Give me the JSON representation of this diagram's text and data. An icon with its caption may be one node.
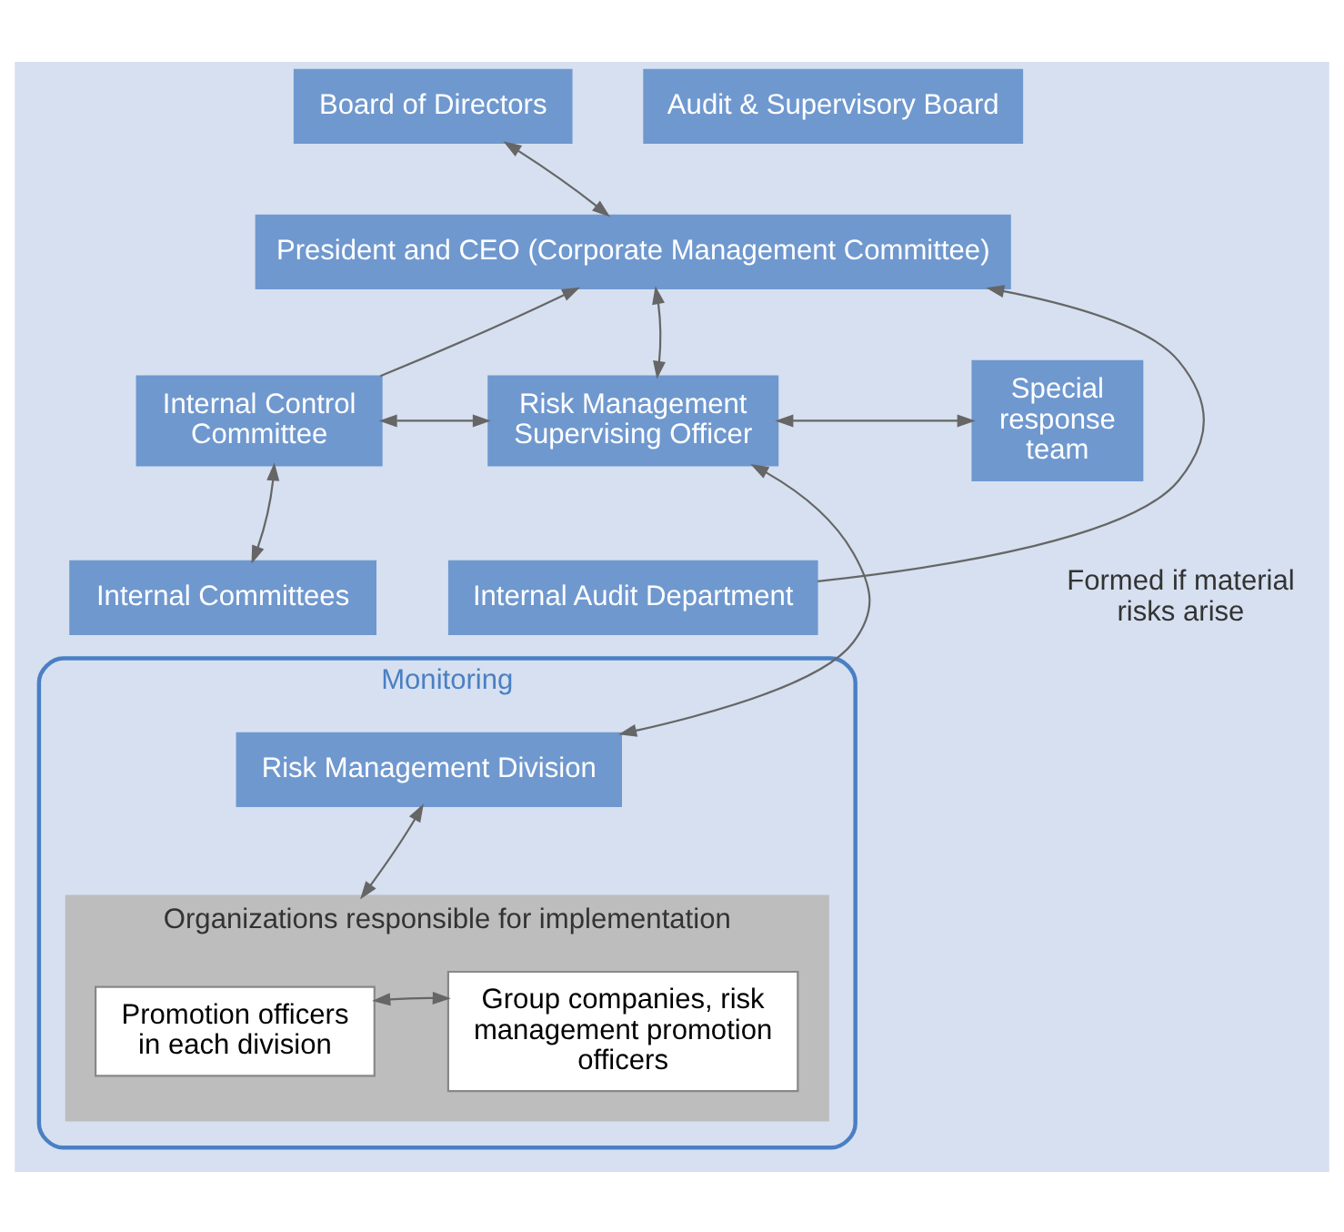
{
  "diagram": {
    "nodes": [
      {
        "text": [
          "Board of Directors"
        ]
      },
      {
        "text": [
          "Audit & Supervisory Board"
        ]
      },
      {
        "text": [
          "President and CEO (Corporate Management Committee)"
        ]
      },
      {
        "text": [
          "Internal Control Committee"
        ]
      },
      {
        "text": [
          "Risk Management Supervising Officer"
        ]
      },
      {
        "text": [
          "Special response team"
        ],
        "beside": [
          "Formed if material risks arise"
        ]
      },
      {
        "text": [
          "Internal Committees"
        ]
      },
      {
        "text": [
          "Internal Audit Department"
        ]
      },
      {
        "text": [
          "Monitoring"
        ]
      },
      {
        "text": [
          "Risk Management Division"
        ],
        "in": 8
      },
      {
        "text": [
          "Organizations responsible for implementation"
        ],
        "in": 8
      },
      {
        "text": [
          "Promotion officers in each division"
        ],
        "in": 10
      },
      {
        "text": [
          "Group companies, risk management promotion officers"
        ],
        "in": 10
      }
    ],
    "edges": [
      {
        "from": 0,
        "to": 2,
        "arrow": "both"
      },
      {
        "from": 3,
        "to": 2,
        "arrow": "to"
      },
      {
        "from": 4,
        "to": 2,
        "arrow": "both"
      },
      {
        "from": 7,
        "to": 2,
        "arrow": "to"
      },
      {
        "from": 3,
        "to": 4,
        "arrow": "both"
      },
      {
        "from": 4,
        "to": 5,
        "arrow": "both"
      },
      {
        "from": 3,
        "to": 6,
        "arrow": "both"
      },
      {
        "from": 4,
        "to": 9,
        "arrow": "both"
      },
      {
        "from": 9,
        "to": 10,
        "arrow": "both"
      },
      {
        "from": 11,
        "to": 12,
        "arrow": "both"
      }
    ]
  }
}
